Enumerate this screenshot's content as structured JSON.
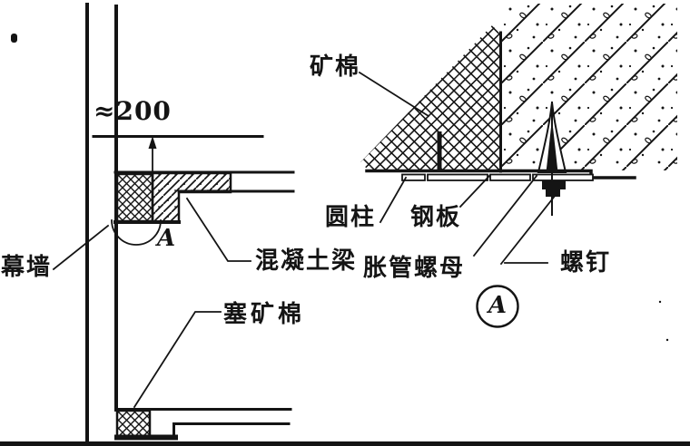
{
  "figure": {
    "ink_color": "#141414",
    "paper_color": "#ffffff"
  },
  "section_view": {
    "dimension_label": "≈200",
    "detail_mark": "A",
    "curtain_wall_label": "幕墙",
    "concrete_beam_label": "混凝土梁",
    "stuffed_mineral_wool_label": "塞矿棉"
  },
  "detail_view": {
    "detail_mark": "A",
    "mineral_wool_label": "矿棉",
    "cylinder_label": "圆柱",
    "steel_plate_label": "钢板",
    "expansion_tube_nut_label": "胀管螺母",
    "screw_label": "螺钉"
  }
}
